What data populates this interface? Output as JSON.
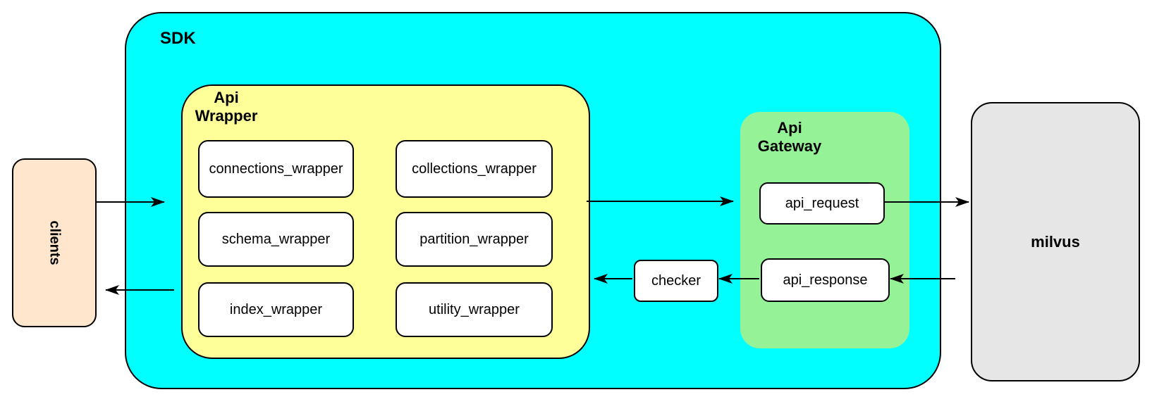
{
  "colors": {
    "canvas_bg": "#FFFFFF",
    "sdk_fill": "#00FFFF",
    "api_wrapper_fill": "#FFFF99",
    "gateway_fill": "#96F296",
    "clients_fill": "#FFE6CC",
    "milvus_fill": "#E6E6E6",
    "module_fill": "#FFFFFF",
    "border": "#000000"
  },
  "nodes": {
    "clients": {
      "label": "clients"
    },
    "sdk": {
      "label": "SDK"
    },
    "api_wrapper": {
      "label": "Api Wrapper",
      "modules": {
        "left": [
          "connections_wrapper",
          "schema_wrapper",
          "index_wrapper"
        ],
        "right": [
          "collections_wrapper",
          "partition_wrapper",
          "utility_wrapper"
        ]
      }
    },
    "api_gateway": {
      "label": "Api Gateway",
      "api_request": "api_request",
      "api_response": "api_response"
    },
    "checker": {
      "label": "checker"
    },
    "milvus": {
      "label": "milvus"
    }
  },
  "arrows": [
    {
      "from": "clients",
      "to": "sdk"
    },
    {
      "from": "sdk",
      "to": "clients"
    },
    {
      "from": "api_wrapper",
      "to": "api_gateway"
    },
    {
      "from": "api_request",
      "to": "milvus"
    },
    {
      "from": "milvus",
      "to": "api_response"
    },
    {
      "from": "api_response",
      "to": "checker"
    },
    {
      "from": "checker",
      "to": "api_wrapper"
    }
  ]
}
